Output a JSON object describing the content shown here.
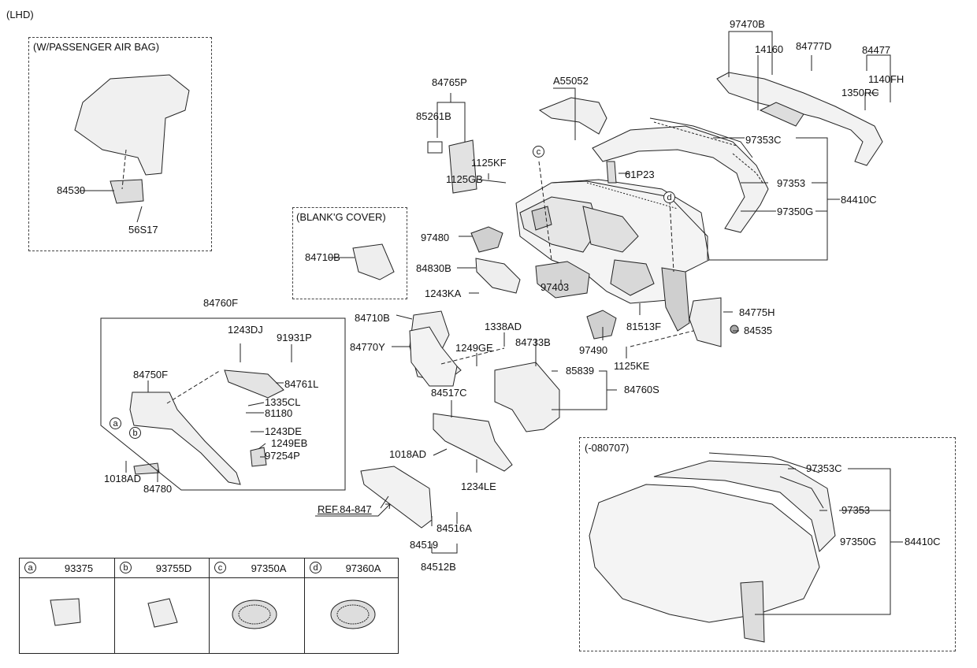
{
  "header": {
    "drive_side": "(LHD)"
  },
  "sections": {
    "passenger_airbag": "(W/PASSENGER AIR BAG)",
    "blank_cover": "(BLANK'G COVER)",
    "date_variant": "(-080707)"
  },
  "labels": {
    "p84530": "84530",
    "p56S17": "56S17",
    "p84710B_a": "84710B",
    "p84760F": "84760F",
    "p1243DJ": "1243DJ",
    "p91931P": "91931P",
    "p84750F": "84750F",
    "p84761L": "84761L",
    "p1335CL": "1335CL",
    "p81180": "81180",
    "p1243DE": "1243DE",
    "p1249EB": "1249EB",
    "p97254P": "97254P",
    "p1018AD_a": "1018AD",
    "p84780": "84780",
    "p84765P": "84765P",
    "p85261B": "85261B",
    "p1125KF": "1125KF",
    "p1125GB": "1125GB",
    "pA55052": "A55052",
    "p61P23": "61P23",
    "p97480": "97480",
    "p84830B": "84830B",
    "p1243KA": "1243KA",
    "p97403": "97403",
    "p84710B_b": "84710B",
    "p84770Y": "84770Y",
    "p1338AD": "1338AD",
    "p84733B": "84733B",
    "p1249GE": "1249GE",
    "p85839": "85839",
    "p84760S": "84760S",
    "p84517C": "84517C",
    "p1018AD_b": "1018AD",
    "p1234LE": "1234LE",
    "pREF": "REF.84-847",
    "p84516A": "84516A",
    "p84519": "84519",
    "p84512B": "84512B",
    "p97490": "97490",
    "p81513F": "81513F",
    "p1125KE": "1125KE",
    "p84775H": "84775H",
    "p84535": "84535",
    "p97470B": "97470B",
    "p14160": "14160",
    "p84777D": "84777D",
    "p84477": "84477",
    "p1140FH": "1140FH",
    "p1350RC": "1350RC",
    "p97353C_a": "97353C",
    "p97353_a": "97353",
    "p97350G_a": "97350G",
    "p84410C_a": "84410C",
    "p97353C_b": "97353C",
    "p97353_b": "97353",
    "p97350G_b": "97350G",
    "p84410C_b": "84410C"
  },
  "markers": {
    "a": "a",
    "b": "b",
    "c": "c",
    "d": "d"
  },
  "legend": [
    {
      "mark": "a",
      "code": "93375"
    },
    {
      "mark": "b",
      "code": "93755D"
    },
    {
      "mark": "c",
      "code": "97350A"
    },
    {
      "mark": "d",
      "code": "97360A"
    }
  ]
}
